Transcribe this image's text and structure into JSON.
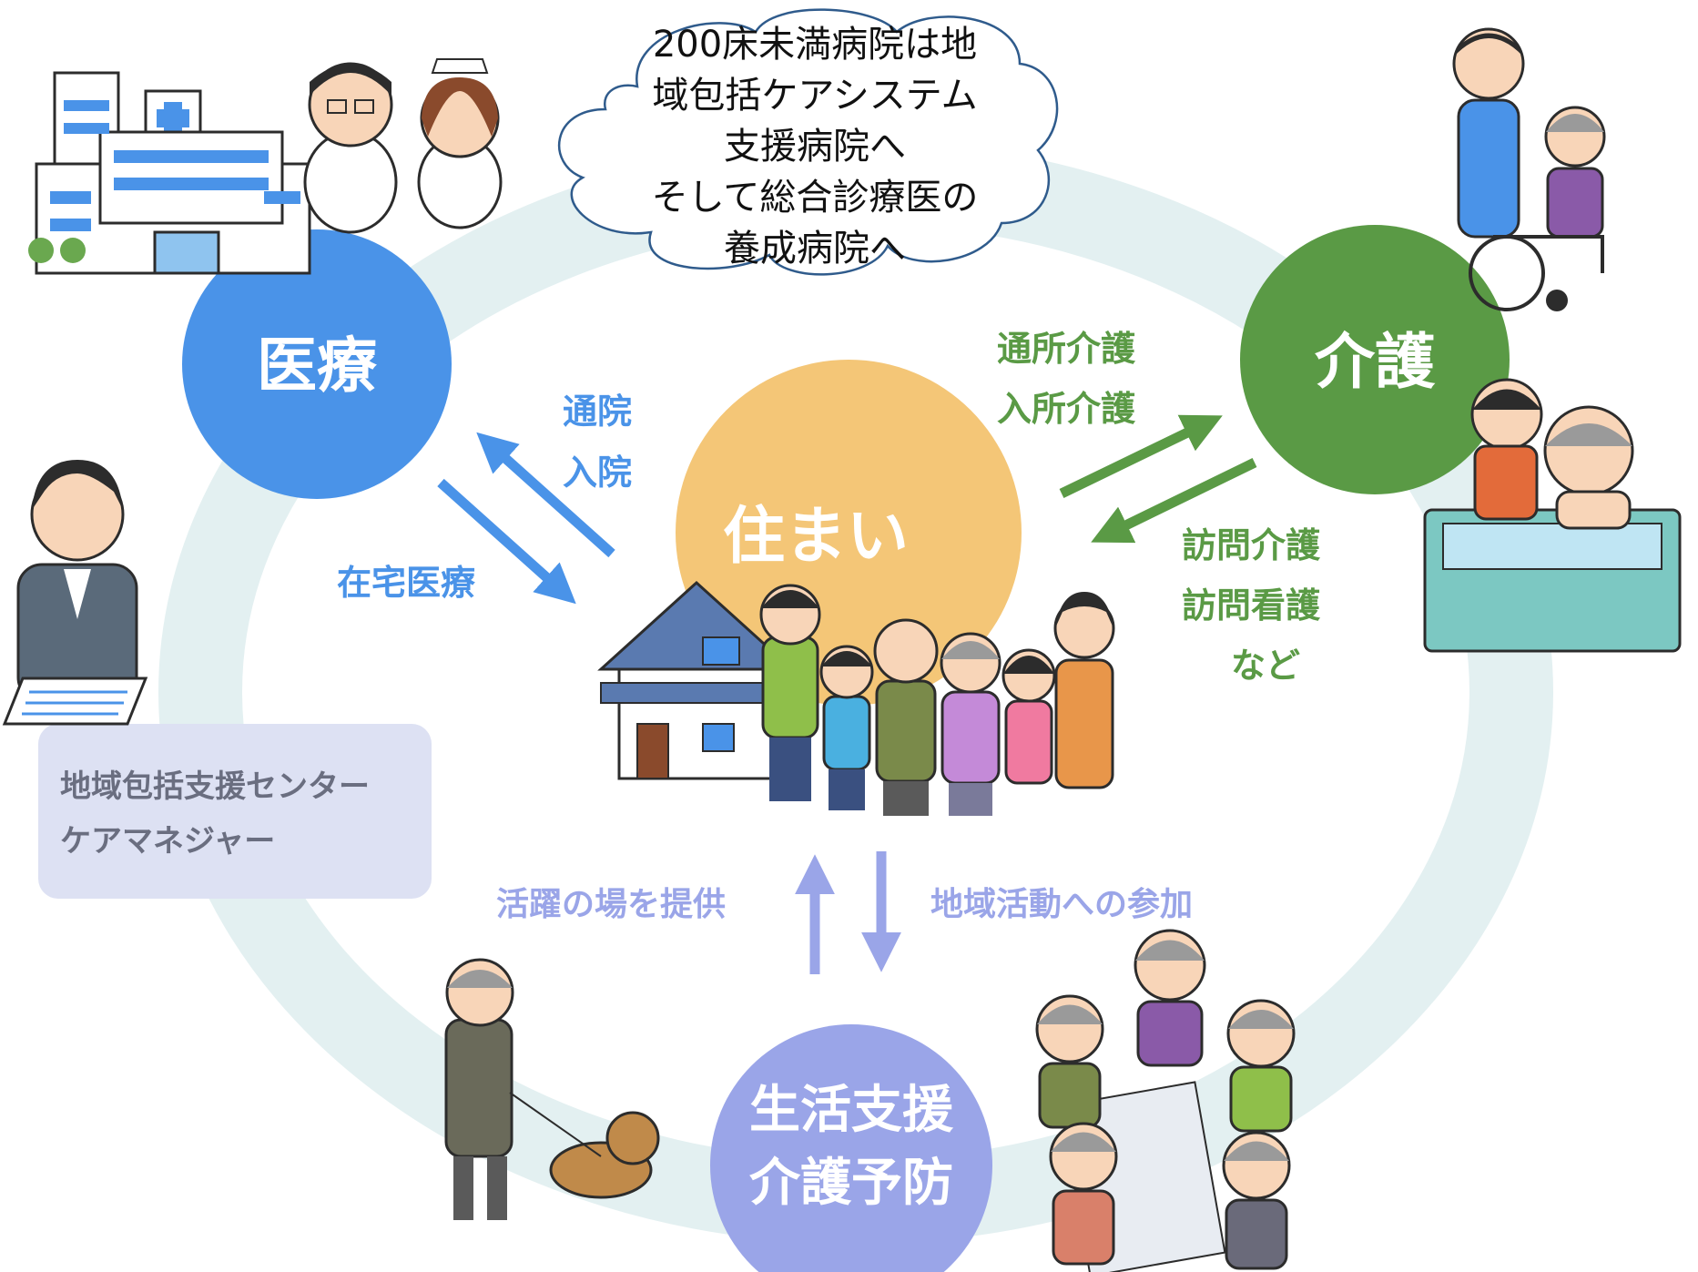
{
  "cloud": {
    "lines": [
      "200床未満病院は地",
      "域包括ケアシステム",
      "支援病院へ",
      "そして総合診療医の",
      "養成病院へ"
    ]
  },
  "nodes": {
    "medical": "医療",
    "care": "介護",
    "home": "住まい",
    "support": [
      "生活支援",
      "介護予防"
    ]
  },
  "links": {
    "to_medical": [
      "通院",
      "入院"
    ],
    "from_medical": "在宅医療",
    "to_care": [
      "通所介護",
      "入所介護"
    ],
    "from_care": [
      "訪問介護",
      "訪問看護",
      "など"
    ],
    "to_home": "活躍の場を提供",
    "to_support": "地域活動への参加"
  },
  "center_box": {
    "lines": [
      "地域包括支援センター",
      "ケアマネジャー"
    ]
  },
  "colors": {
    "ring": "#e3f0f1",
    "medical": "#4a93e8",
    "care": "#5a9a45",
    "home": "#f4c677",
    "support": "#9aa5e8",
    "box": "#dde1f3",
    "box_text": "#6a6e80",
    "cloud_stroke": "#2f5b8c"
  },
  "illustrations": [
    "hospital-illustration",
    "doctor-nurse-illustration",
    "wheelchair-caregiver-illustration",
    "bathing-care-illustration",
    "care-manager-illustration",
    "family-house-illustration",
    "dog-walk-illustration",
    "community-meeting-illustration"
  ]
}
